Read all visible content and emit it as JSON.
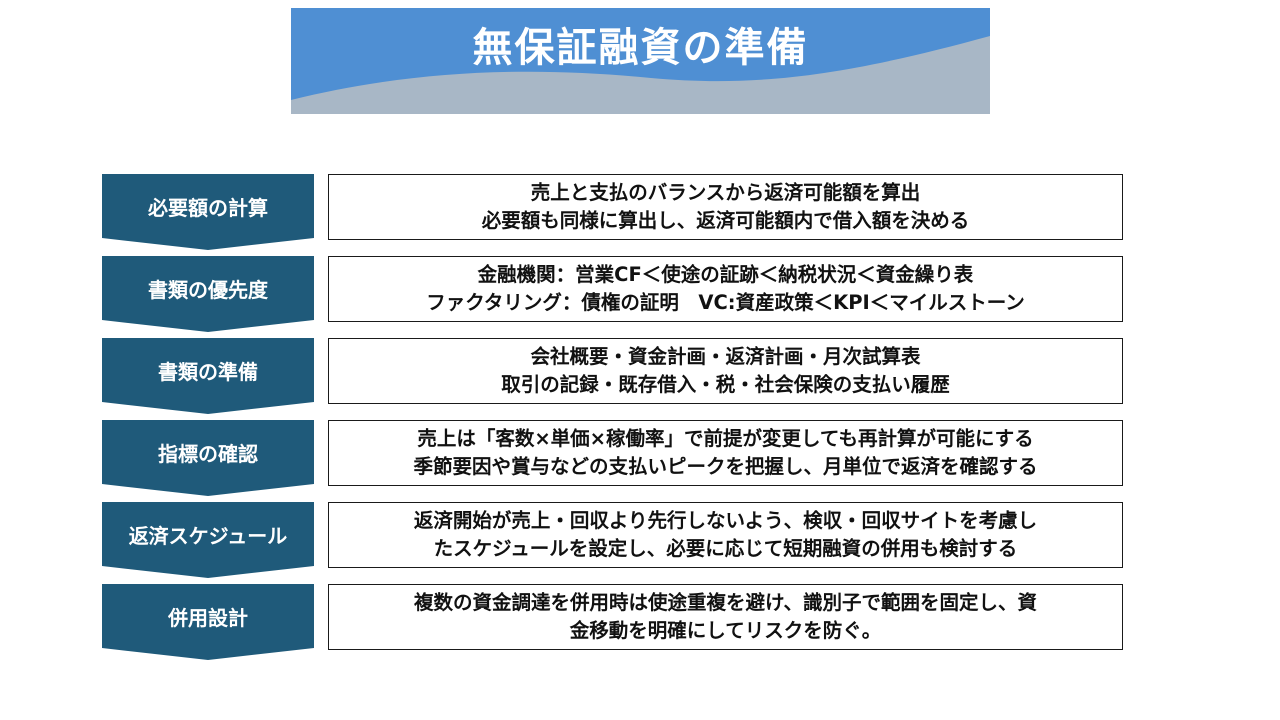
{
  "header": {
    "title": "無保証融資の準備"
  },
  "colors": {
    "banner_blue": "#4f8fd3",
    "banner_grey": "#a8b7c6",
    "label_navy": "#1f5a7a",
    "border": "#1a1a1a"
  },
  "rows": [
    {
      "label": "必要額の計算",
      "lines": [
        "売上と支払のバランスから返済可能額を算出",
        "必要額も同様に算出し、返済可能額内で借入額を決める"
      ]
    },
    {
      "label": "書類の優先度",
      "lines": [
        "金融機関：営業CF＜使途の証跡＜納税状況＜資金繰り表",
        "ファクタリング：債権の証明　VC:資産政策＜KPI＜マイルストーン"
      ]
    },
    {
      "label": "書類の準備",
      "lines": [
        "会社概要・資金計画・返済計画・月次試算表",
        "取引の記録・既存借入・税・社会保険の支払い履歴"
      ]
    },
    {
      "label": "指標の確認",
      "lines": [
        "売上は「客数×単価×稼働率」で前提が変更しても再計算が可能にする",
        "季節要因や賞与などの支払いピークを把握し、月単位で返済を確認する"
      ]
    },
    {
      "label": "返済スケジュール",
      "lines": [
        "返済開始が売上・回収より先行しないよう、検収・回収サイトを考慮し",
        "たスケジュールを設定し、必要に応じて短期融資の併用も検討する"
      ]
    },
    {
      "label": "併用設計",
      "lines": [
        "複数の資金調達を併用時は使途重複を避け、識別子で範囲を固定し、資",
        "金移動を明確にしてリスクを防ぐ。"
      ]
    }
  ]
}
